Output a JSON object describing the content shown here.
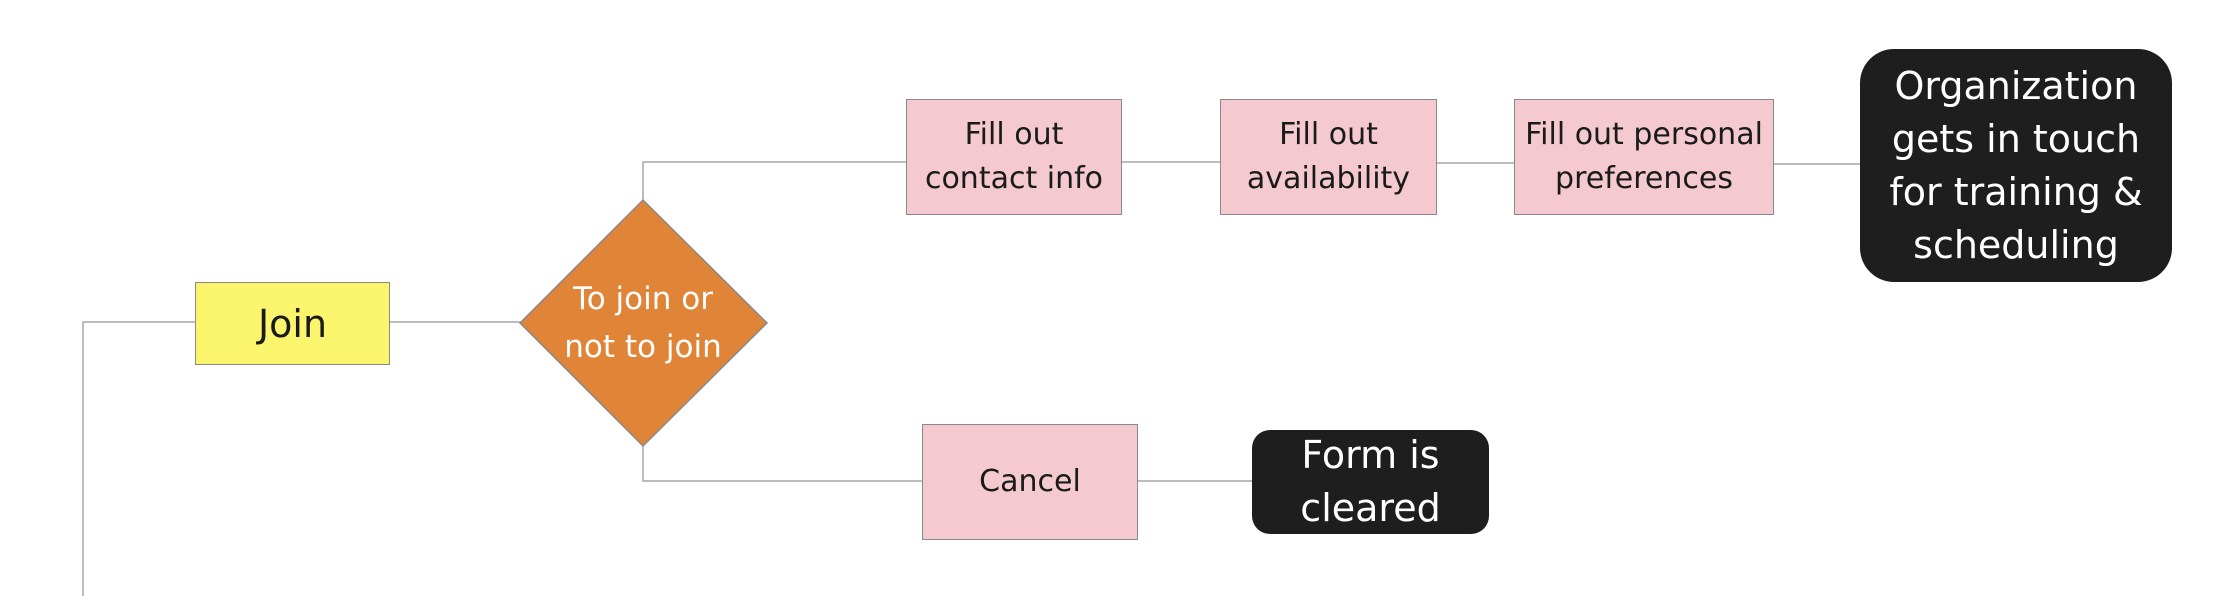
{
  "diagram": {
    "colors": {
      "connector": "#a6a6a6",
      "step_fill": "#f4c9cf",
      "start_fill": "#fbf46d",
      "decision_fill": "#e08437",
      "end_fill": "#1e1e1e"
    },
    "nodes": {
      "join": {
        "label": "Join"
      },
      "decision": {
        "label": "To join or\nnot to join"
      },
      "contact": {
        "label": "Fill out\ncontact info"
      },
      "availability": {
        "label": "Fill out\navailability"
      },
      "preferences": {
        "label": "Fill out personal\npreferences"
      },
      "organization": {
        "label": "Organization\ngets in touch\nfor training &\nscheduling"
      },
      "cancel": {
        "label": "Cancel"
      },
      "cleared": {
        "label": "Form is\ncleared"
      }
    }
  }
}
